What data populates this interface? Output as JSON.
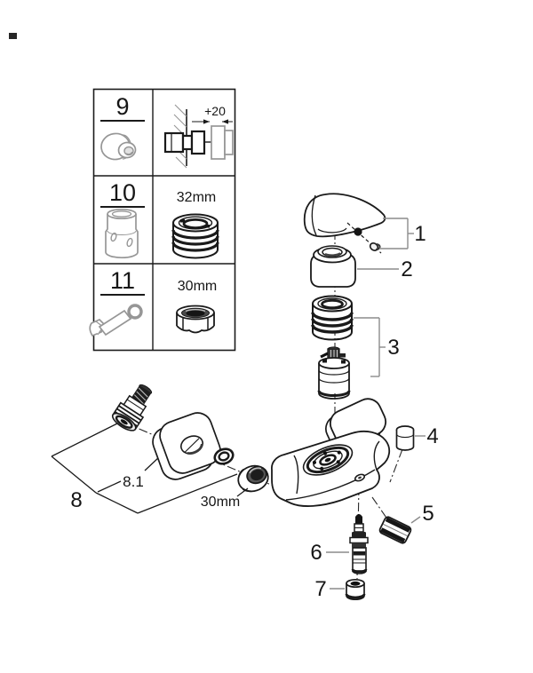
{
  "table": {
    "rows": [
      {
        "num": "9",
        "right": "+20"
      },
      {
        "num": "10",
        "right": "32mm"
      },
      {
        "num": "11",
        "right": "30mm"
      }
    ]
  },
  "diagram": {
    "callouts": {
      "c1": "1",
      "c2": "2",
      "c3": "3",
      "c4": "4",
      "c5": "5",
      "c6": "6",
      "c7": "7",
      "c8": "8",
      "c8_1": "8.1"
    },
    "nut_size_label": "30mm"
  },
  "colors": {
    "line": "#1a1a1a",
    "tool_gray": "#969696",
    "callout_gray": "#8c8c8c",
    "background": "#ffffff"
  }
}
